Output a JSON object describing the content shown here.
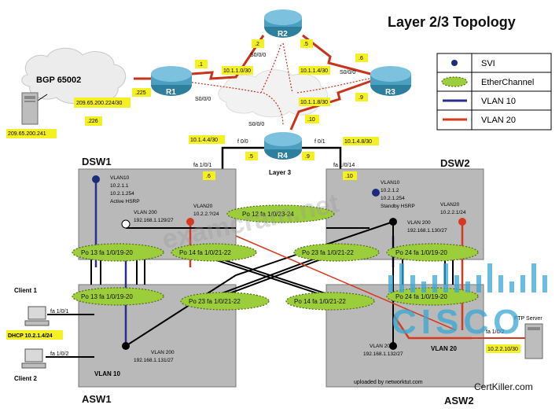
{
  "title": "Layer 2/3 Topology",
  "legend": {
    "svi": "SVI",
    "etherchannel": "EtherChannel",
    "vlan10": "VLAN 10",
    "vlan20": "VLAN  20"
  },
  "colors": {
    "vlan10": "#2b2f8c",
    "vlan20": "#d63a1e",
    "svi": "#1a2c7a",
    "etherchannel": "#9ccd3b",
    "highlight": "#f5f021",
    "switch_box": "#b9b9b9"
  },
  "cloud_label": "BGP 65002",
  "routers": {
    "r1": "R1",
    "r2": "R2",
    "r3": "R3",
    "r4": "R4"
  },
  "ip_labels": {
    "r2_s_left": ".2",
    "r2_s_right": ".5",
    "r1_top": ".1",
    "r1_left": ".225",
    "r3_top": ".6",
    "r3_bottom": ".9",
    "r4_left": ".5",
    "r4_right": ".9",
    "net_r1_r2": "10.1.1.0/30",
    "net_r2_r3": "10.1.1.4/30",
    "net_r3_r4": "10.1.1.8/30",
    "net_r4": ".10",
    "bgp_net": "209.65.200.224/30",
    "bgp_226": ".226",
    "server_ip": "209.65.200.241",
    "r4_f00_net": "10.1.4.4/30",
    "r4_f01_net": "10.1.4.8/30",
    "dsw1_port_ip": ".6",
    "dsw2_port_ip": ".10",
    "dhcp": "DHCP 10.2.1.4/24",
    "ftp_ip": "10.2.2.10/30"
  },
  "interfaces": {
    "r2_s000": "S0/0/0",
    "r3_s000": "S0/0/0",
    "r1_s000": "S0/0/0",
    "r4_s000": "S0/0/0",
    "r4_f00": "f 0/0",
    "r4_f01": "f 0/1",
    "dsw1_fa101": "fa 1/0/1",
    "dsw2_fa1014": "fa 1/0/14",
    "asw1_fa101": "fa 1/0/1",
    "asw1_fa102": "fa 1/0/2",
    "asw2_fa102": "fa 1/0/2"
  },
  "layer3": "Layer 3",
  "switches": {
    "dsw1": "DSW1",
    "dsw2": "DSW2",
    "asw1": "ASW1",
    "asw2": "ASW2"
  },
  "dsw1_svi": {
    "vlan10": [
      "VLAN10",
      "10.2.1.1",
      "10.2.1.254",
      "Active HSRP"
    ],
    "vlan200": [
      "VLAN 200",
      "192.168.1.129/27"
    ],
    "vlan20": [
      "VLAN20",
      "10.2.2.?/24"
    ]
  },
  "dsw2_svi": {
    "vlan10": [
      "VLAN10",
      "10.2.1.2",
      "10.2.1.254",
      "Standby HSRP"
    ],
    "vlan200": [
      "VLAN 200",
      "192.168.1.130/27"
    ],
    "vlan20": [
      "VLAN20",
      "10.2.2.1/24"
    ]
  },
  "asw1_svi": [
    "VLAN 200",
    "192.168.1.131/27"
  ],
  "asw2_svi": [
    "VLAN 200",
    "192.168.1.132/27"
  ],
  "asw1_vlan10": "VLAN 10",
  "asw2_vlan20": "VLAN 20",
  "etherchannels": {
    "po12": "Po 12  fa 1/0/23-24",
    "po13_top": "Po 13  fa 1/0/19-20",
    "po14_top": "Po 14  fa 1/0/21-22",
    "po23_top": "Po 23  fa 1/0/21-22",
    "po24_top": "Po 24  fa 1/0/19-20",
    "po13_bottom": "Po 13  fa 1/0/19-20",
    "po23_bottom": "Po 23  fa 1/0/21-22",
    "po14_bottom": "Po 14  fa 1/0/21-22",
    "po24_bottom": "Po 24  fa 1/0/19-20"
  },
  "clients": {
    "client1": "Client 1",
    "client2": "Client 2"
  },
  "ftp_server": "FTP Server",
  "uploaded_by": "uploaded by networktut.com",
  "watermark_site": "CertKiller.com",
  "watermark_cisco": "CISCO",
  "watermark_examcram": "examcram.net"
}
